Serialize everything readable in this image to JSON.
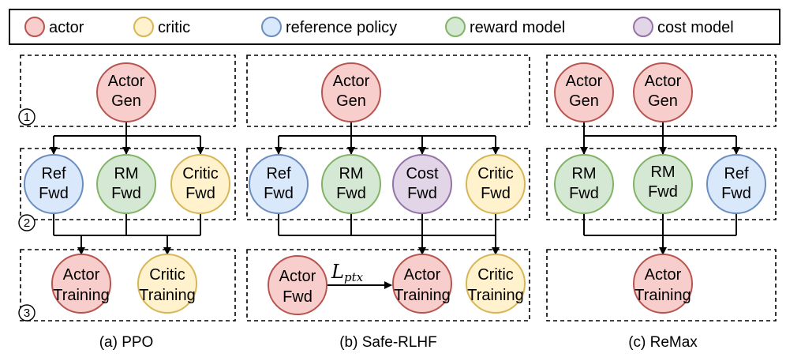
{
  "colors": {
    "actor": {
      "fill": "#f8cecc",
      "stroke": "#b85450"
    },
    "critic": {
      "fill": "#fff2cc",
      "stroke": "#d6b656"
    },
    "reference": {
      "fill": "#dae8fc",
      "stroke": "#6c8ebf"
    },
    "reward": {
      "fill": "#d5e8d4",
      "stroke": "#82b366"
    },
    "cost": {
      "fill": "#e1d5e7",
      "stroke": "#9673a6"
    }
  },
  "legend": [
    {
      "label": "actor",
      "role": "actor"
    },
    {
      "label": "critic",
      "role": "critic"
    },
    {
      "label": "reference policy",
      "role": "reference"
    },
    {
      "label": "reward model",
      "role": "reward"
    },
    {
      "label": "cost model",
      "role": "cost"
    }
  ],
  "steps": [
    "1",
    "2",
    "3"
  ],
  "panels": [
    {
      "caption": "(a) PPO",
      "stage1": [
        {
          "lines": [
            "Actor",
            "Gen"
          ],
          "role": "actor"
        }
      ],
      "stage2": [
        {
          "lines": [
            "Ref",
            "Fwd"
          ],
          "role": "reference"
        },
        {
          "lines": [
            "RM",
            "Fwd"
          ],
          "role": "reward"
        },
        {
          "lines": [
            "Critic",
            "Fwd"
          ],
          "role": "critic"
        }
      ],
      "stage3": [
        {
          "lines": [
            "Actor",
            "Training"
          ],
          "role": "actor"
        },
        {
          "lines": [
            "Critic",
            "Training"
          ],
          "role": "critic"
        }
      ]
    },
    {
      "caption": "(b) Safe-RLHF",
      "stage1": [
        {
          "lines": [
            "Actor",
            "Gen"
          ],
          "role": "actor"
        }
      ],
      "stage2": [
        {
          "lines": [
            "Ref",
            "Fwd"
          ],
          "role": "reference"
        },
        {
          "lines": [
            "RM",
            "Fwd"
          ],
          "role": "reward"
        },
        {
          "lines": [
            "Cost",
            "Fwd"
          ],
          "role": "cost"
        },
        {
          "lines": [
            "Critic",
            "Fwd"
          ],
          "role": "critic"
        }
      ],
      "stage3": [
        {
          "lines": [
            "Actor",
            "Fwd"
          ],
          "role": "actor"
        },
        {
          "lines": [
            "Actor",
            "Training"
          ],
          "role": "actor"
        },
        {
          "lines": [
            "Critic",
            "Training"
          ],
          "role": "critic"
        }
      ],
      "edge_label": {
        "main": "L",
        "sub": "ptx"
      }
    },
    {
      "caption": "(c) ReMax",
      "stage1": [
        {
          "lines": [
            "Actor",
            "Gen"
          ],
          "role": "actor"
        },
        {
          "lines": [
            "Actor",
            "Gen"
          ],
          "role": "actor"
        }
      ],
      "stage2": [
        {
          "lines": [
            "RM",
            "Fwd"
          ],
          "role": "reward"
        },
        {
          "lines": [
            "RM",
            "Fwd"
          ],
          "role": "reward"
        },
        {
          "lines": [
            "Ref",
            "Fwd"
          ],
          "role": "reference"
        }
      ],
      "stage3": [
        {
          "lines": [
            "Actor",
            "Training"
          ],
          "role": "actor"
        }
      ]
    }
  ]
}
